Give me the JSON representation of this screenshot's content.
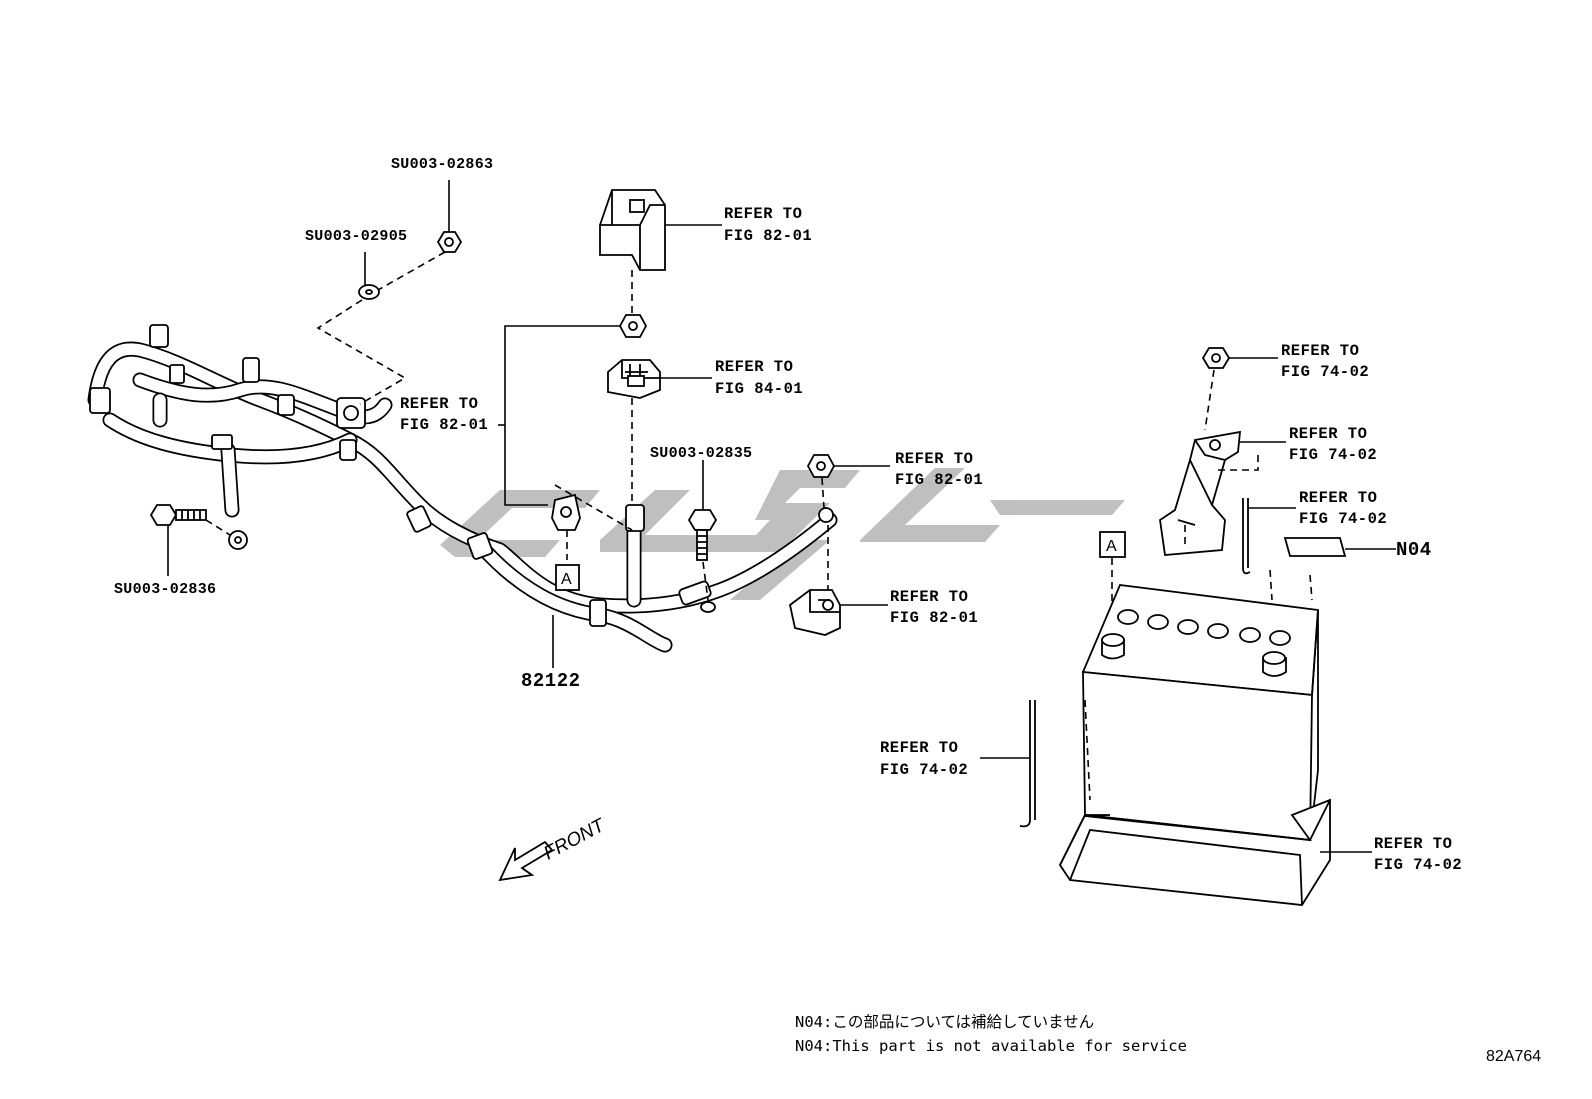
{
  "colors": {
    "line": "#000000",
    "background": "#ffffff",
    "watermark": "#b9b9b9"
  },
  "labels": {
    "su_02863": "SU003-02863",
    "su_02905": "SU003-02905",
    "su_02836": "SU003-02836",
    "su_02835": "SU003-02835",
    "part_82122": "82122",
    "n04": "N04",
    "a_left": "A",
    "a_right": "A",
    "front": "FRONT",
    "fig_id": "82A764"
  },
  "refs": [
    {
      "l1": "REFER TO",
      "l2": "FIG 82-01"
    },
    {
      "l1": "REFER TO",
      "l2": "FIG 84-01"
    },
    {
      "l1": "REFER TO",
      "l2": "FIG 82-01"
    },
    {
      "l1": "REFER TO",
      "l2": "FIG 82-01"
    },
    {
      "l1": "REFER TO",
      "l2": "FIG 82-01"
    },
    {
      "l1": "REFER TO",
      "l2": "FIG 74-02"
    },
    {
      "l1": "REFER TO",
      "l2": "FIG 74-02"
    },
    {
      "l1": "REFER TO",
      "l2": "FIG 74-02"
    },
    {
      "l1": "REFER TO",
      "l2": "FIG 74-02"
    },
    {
      "l1": "REFER TO",
      "l2": "FIG 74-02"
    }
  ],
  "notes": {
    "jp": "N04:この部品については補給していません",
    "en": "N04:This part is not available for service"
  }
}
